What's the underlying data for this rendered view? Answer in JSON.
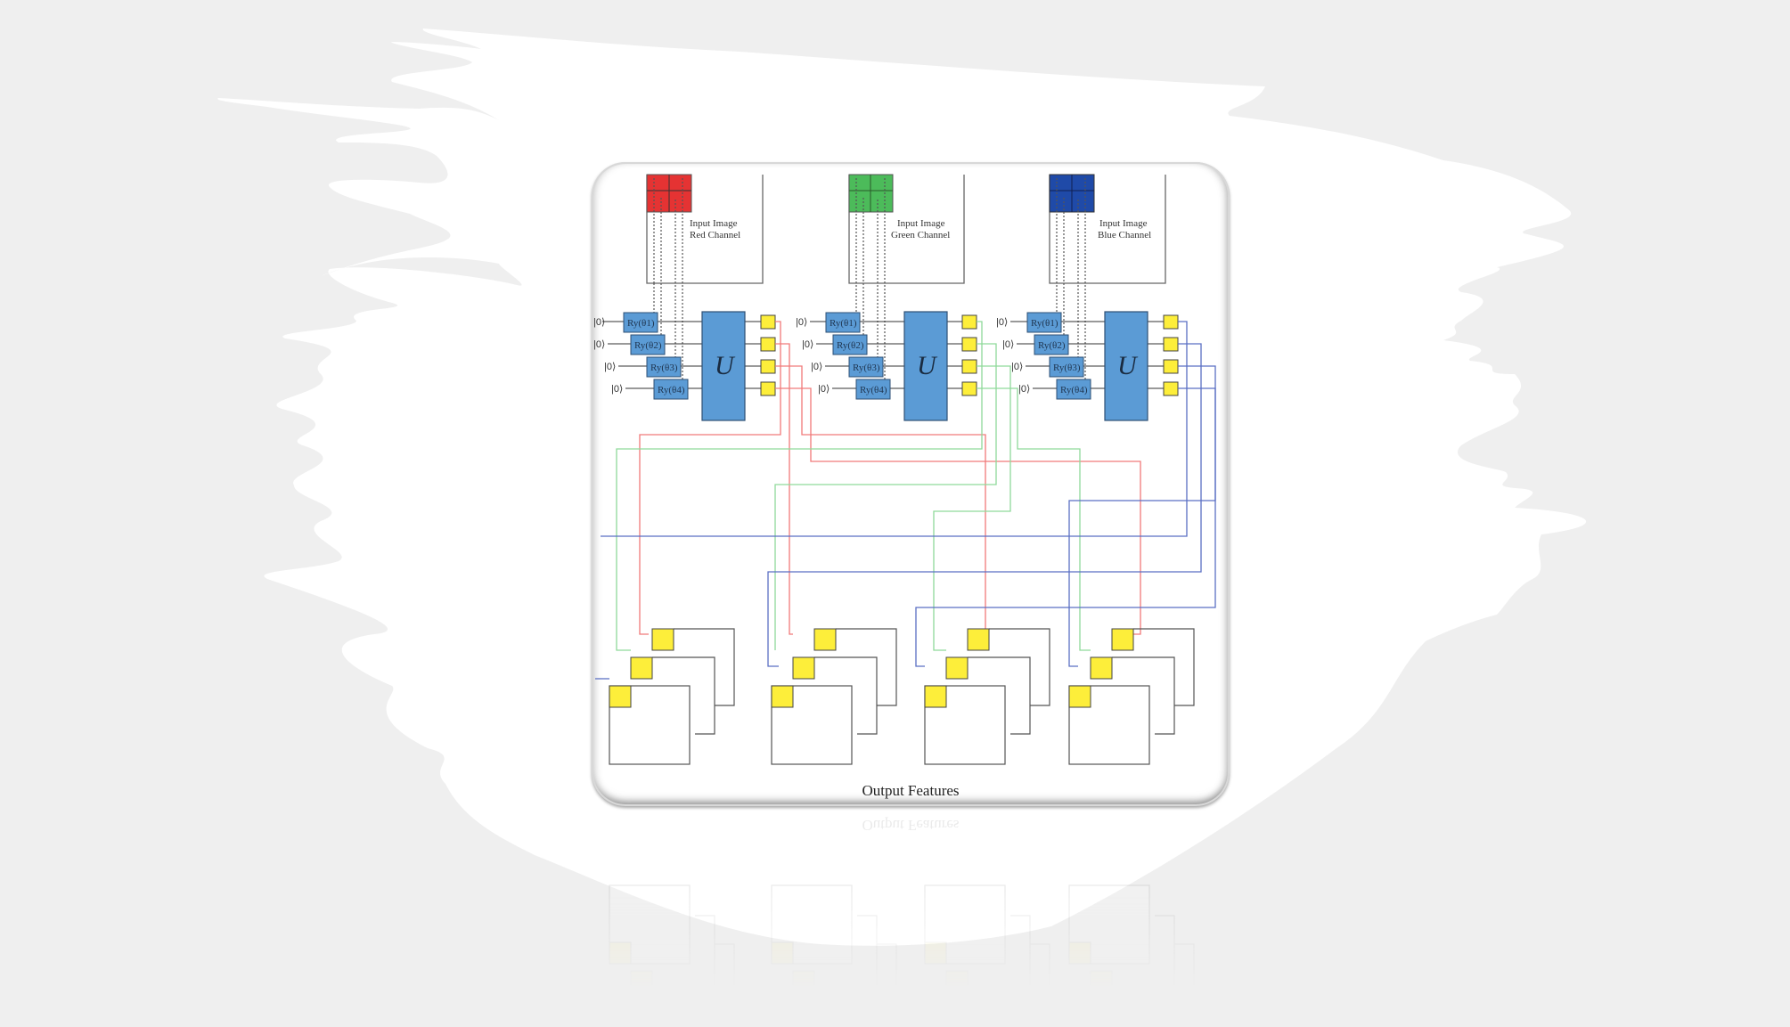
{
  "figure": {
    "caption_bottom": "Output Features",
    "channels": [
      {
        "id": "red",
        "label_line1": "Input Image",
        "label_line2": "Red Channel",
        "color": "#e53333",
        "wire_color": "#f07a7a"
      },
      {
        "id": "green",
        "label_line1": "Input Image",
        "label_line2": "Green Channel",
        "color": "#4cbb5a",
        "wire_color": "#8fd99a"
      },
      {
        "id": "blue",
        "label_line1": "Input Image",
        "label_line2": "Blue Channel",
        "color": "#1f4aa8",
        "wire_color": "#5a6fc4"
      }
    ],
    "circuit": {
      "initial_state": "|0⟩",
      "gates": [
        "Ry(θ1)",
        "Ry(θ2)",
        "Ry(θ3)",
        "Ry(θ4)"
      ],
      "gate_labels": [
        {
          "base": "R",
          "sub": "y",
          "arg": "(θ",
          "idx": "1",
          "close": ")"
        },
        {
          "base": "R",
          "sub": "y",
          "arg": "(θ",
          "idx": "2",
          "close": ")"
        },
        {
          "base": "R",
          "sub": "y",
          "arg": "(θ",
          "idx": "3",
          "close": ")"
        },
        {
          "base": "R",
          "sub": "y",
          "arg": "(θ",
          "idx": "4",
          "close": ")"
        }
      ],
      "unitary_label": "U",
      "qubits": 4,
      "measurement_color": "#fdee3a",
      "gate_color": "#5b9bd5"
    },
    "output_feature_maps": 4,
    "colors": {
      "background": "#efefef",
      "brush": "#ffffff",
      "card": "#ffffff",
      "gate_fill": "#5b9bd5",
      "gate_stroke": "#2e4f74",
      "measure_fill": "#fdee3a",
      "frame_stroke": "#666666"
    }
  }
}
